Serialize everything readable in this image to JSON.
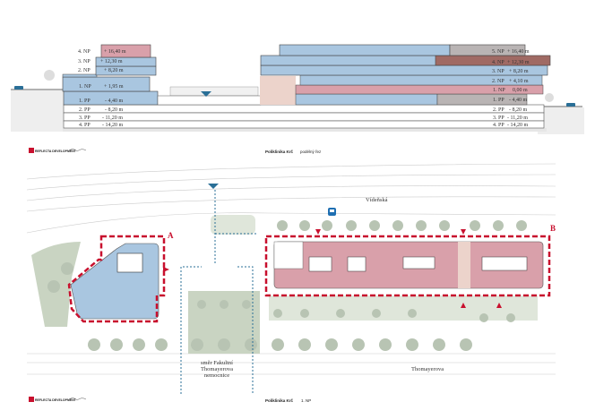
{
  "section": {
    "left_levels": [
      {
        "label": "4. NP",
        "elevation": "+ 16,40 m"
      },
      {
        "label": "3. NP",
        "elevation": "+ 12,30 m"
      },
      {
        "label": "2. NP",
        "elevation": "+ 8,20 m"
      },
      {
        "label": "1. NP",
        "elevation": "+ 1,95 m"
      },
      {
        "label": "1. PP",
        "elevation": "- 4,40 m"
      },
      {
        "label": "2. PP",
        "elevation": "- 8,20 m"
      },
      {
        "label": "3. PP",
        "elevation": "- 11,20 m"
      },
      {
        "label": "4. PP",
        "elevation": "- 14,20 m"
      }
    ],
    "right_levels": [
      {
        "label": "5. NP",
        "elevation": "+ 16,40 m"
      },
      {
        "label": "4. NP",
        "elevation": "+ 12,30 m"
      },
      {
        "label": "3. NP",
        "elevation": "+ 8,20 m"
      },
      {
        "label": "2. NP",
        "elevation": "+ 4,10 m"
      },
      {
        "label": "1. NP",
        "elevation": "0,00 m"
      },
      {
        "label": "1. PP",
        "elevation": "- 4,40 m"
      },
      {
        "label": "2. PP",
        "elevation": "- 8,20 m"
      },
      {
        "label": "3. PP",
        "elevation": "- 11,20 m"
      },
      {
        "label": "4. PP",
        "elevation": "- 14,20 m"
      }
    ]
  },
  "footer_section": {
    "logo": "REFLECTA DEVELOPMENT",
    "project": "Poliklinika Krč",
    "sheet": "podélný řez"
  },
  "plan": {
    "street_top": "Vídeňská",
    "street_bottom": "Thomayerova",
    "direction_note": [
      "směr Fakultní",
      "Thomayerova",
      "nemocnice"
    ],
    "building_a": "A",
    "building_b": "B"
  },
  "footer_plan": {
    "logo": "REFLECTA DEVELOPMENT",
    "project": "Poliklinika Krč",
    "sheet": "1. NP"
  },
  "colors": {
    "blue": "#a9c6e0",
    "pink": "#d9a0aa",
    "red": "#c8102e",
    "metro": "#2a6f97",
    "green": "#c9d4c2"
  },
  "icons": [
    "metro-icon",
    "bus-icon",
    "tree-icon",
    "car-icon",
    "entrance-arrow-icon"
  ]
}
